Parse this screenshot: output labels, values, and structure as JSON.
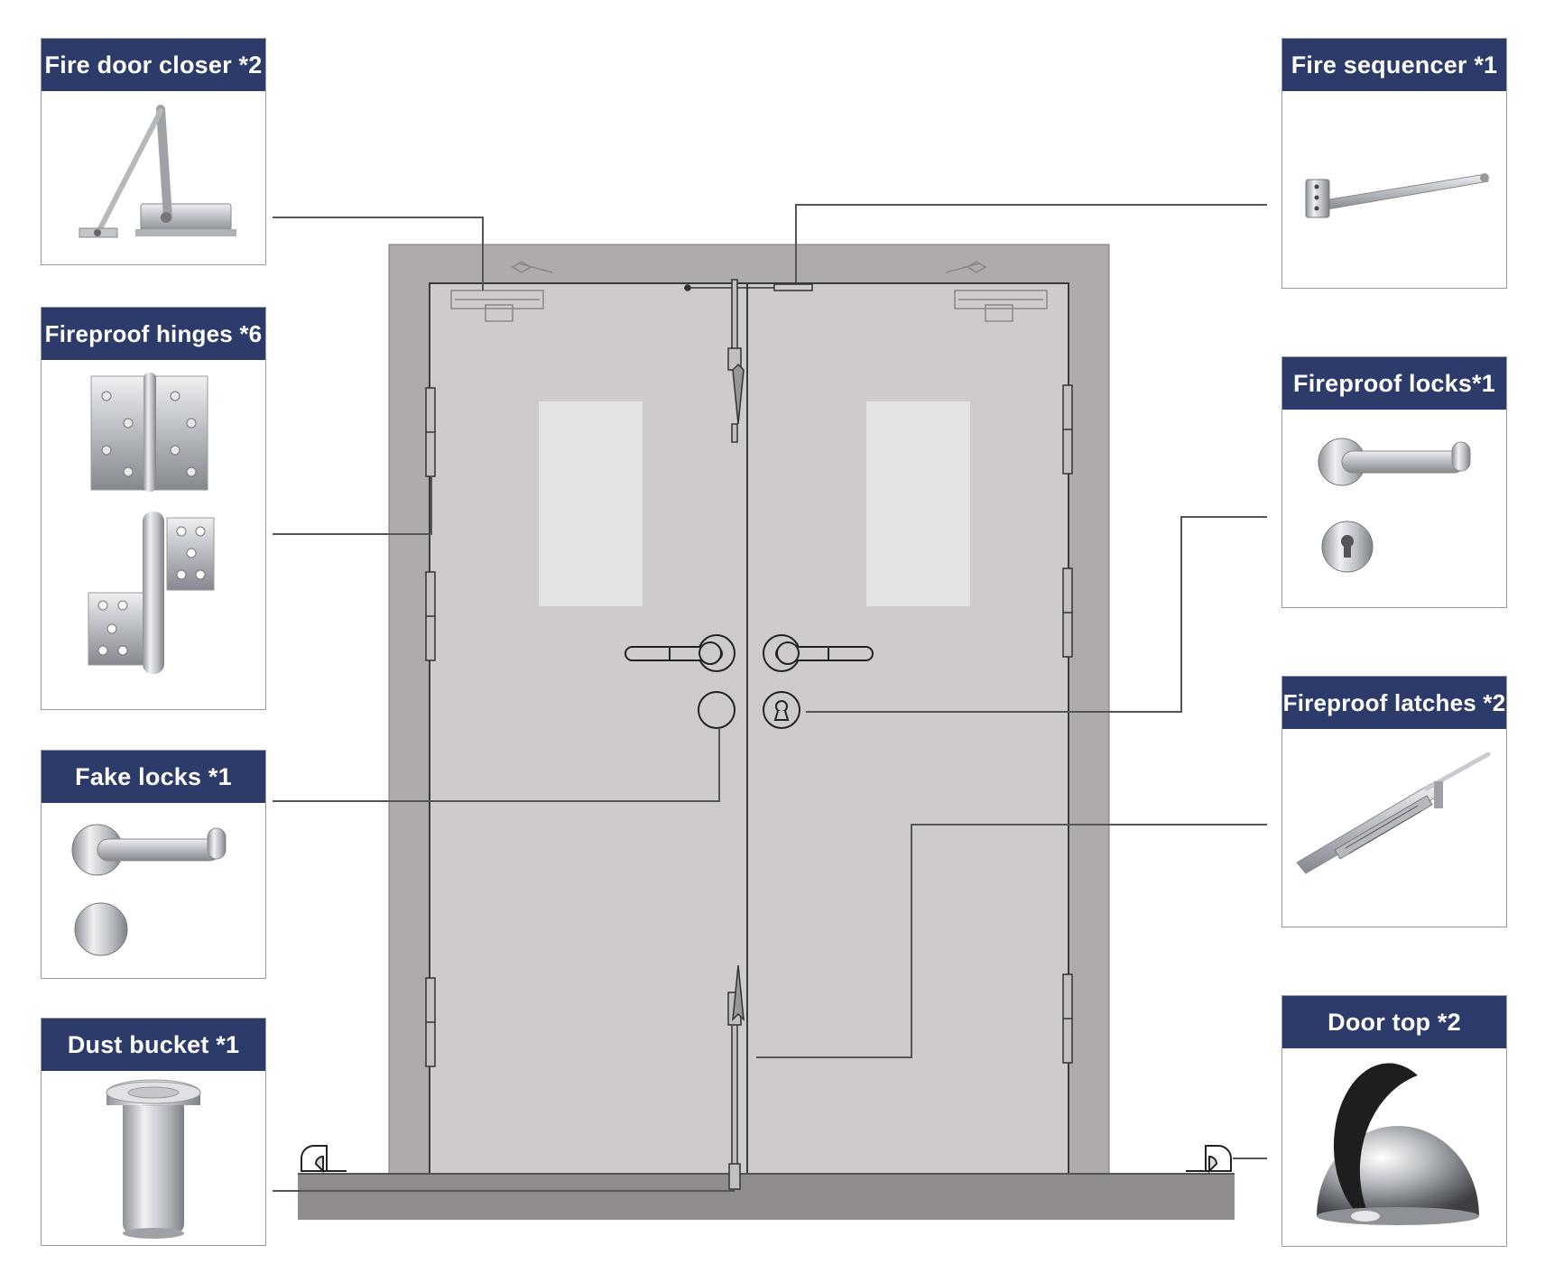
{
  "components": [
    {
      "key": "closer",
      "title": "Fire door closer *2",
      "icon": "door-closer-photo"
    },
    {
      "key": "hinges",
      "title": "Fireproof hinges *6",
      "icon": "hinges-photo"
    },
    {
      "key": "fakelocks",
      "title": "Fake locks *1",
      "icon": "fake-lock-photo"
    },
    {
      "key": "dust",
      "title": "Dust bucket *1",
      "icon": "dust-bucket-photo"
    },
    {
      "key": "sequencer",
      "title": "Fire sequencer *1",
      "icon": "sequencer-photo"
    },
    {
      "key": "locks",
      "title": "Fireproof locks*1",
      "icon": "lock-photo"
    },
    {
      "key": "latches",
      "title": "Fireproof latches *2",
      "icon": "latch-photo"
    },
    {
      "key": "doortop",
      "title": "Door top *2",
      "icon": "door-stop-photo"
    }
  ],
  "colors": {
    "header": "#2c3b6a",
    "frame": "#afabab",
    "door": "#d0cbcb",
    "window": "#e6e3e3",
    "floor": "#918c8c",
    "leader": "#555555",
    "metal": "#c9cbcf"
  }
}
